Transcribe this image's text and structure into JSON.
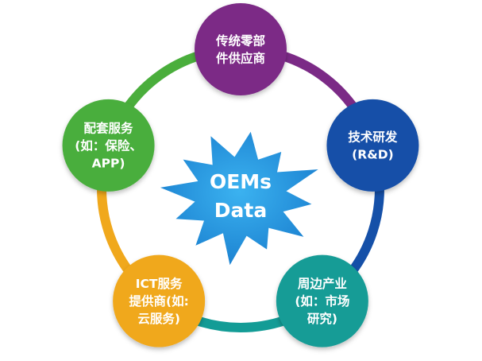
{
  "diagram": {
    "center": {
      "lines": [
        "OEMs",
        "Data"
      ],
      "color": "#1e8fd6"
    },
    "nodes": [
      {
        "id": "parts-suppliers",
        "lines": [
          "传统零部",
          "件供应商"
        ],
        "color": "#7b2a86"
      },
      {
        "id": "rnd",
        "lines": [
          "技术研发",
          "(R&D)"
        ],
        "color": "#1550a8"
      },
      {
        "id": "industry",
        "lines": [
          "周边产业",
          "(如：市场",
          "研究)"
        ],
        "color": "#139c96"
      },
      {
        "id": "ict",
        "lines": [
          "ICT服务",
          "提供商(如:",
          "云服务)"
        ],
        "color": "#f0a81c"
      },
      {
        "id": "services",
        "lines": [
          "配套服务",
          "(如：保险、",
          "APP)"
        ],
        "color": "#4aae3c"
      }
    ],
    "arcs": [
      {
        "from": "parts-suppliers",
        "to": "rnd",
        "color": "#7b2a86"
      },
      {
        "from": "rnd",
        "to": "industry",
        "color": "#1550a8"
      },
      {
        "from": "industry",
        "to": "ict",
        "color": "#139c96"
      },
      {
        "from": "ict",
        "to": "services",
        "color": "#f0a81c"
      },
      {
        "from": "services",
        "to": "parts-suppliers",
        "color": "#4aae3c"
      }
    ]
  }
}
